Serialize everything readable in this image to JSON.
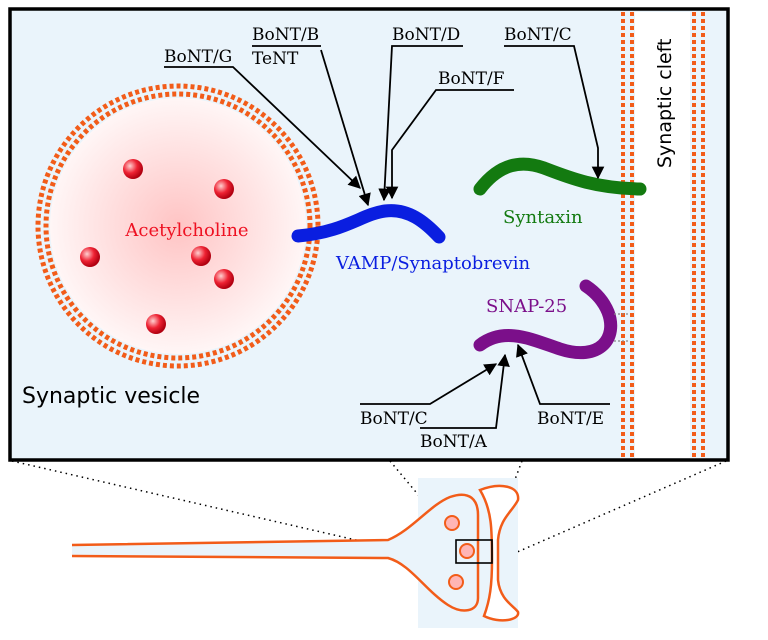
{
  "colors": {
    "panel_bg": "#eaf4fb",
    "membrane": "#f25c19",
    "vesicle_core": "#ff5a5a",
    "molecule": "#ee1122",
    "vamp": "#0a1ee0",
    "syntaxin": "#137a10",
    "snap25": "#7b0f8a",
    "neuron_outline": "#f25c19"
  },
  "labels": {
    "vesicle_title": "Synaptic vesicle",
    "cleft": "Synaptic cleft",
    "neurotransmitter": "Acetylcholine",
    "vamp": "VAMP/Synaptobrevin",
    "syntaxin": "Syntaxin",
    "snap25": "SNAP-25"
  },
  "toxins": {
    "bont_g": "BoNT/G",
    "bont_b": "BoNT/B",
    "tent": "TeNT",
    "bont_d": "BoNT/D",
    "bont_f": "BoNT/F",
    "bont_c_syntaxin": "BoNT/C",
    "bont_c_snap": "BoNT/C",
    "bont_a": "BoNT/A",
    "bont_e": "BoNT/E"
  }
}
